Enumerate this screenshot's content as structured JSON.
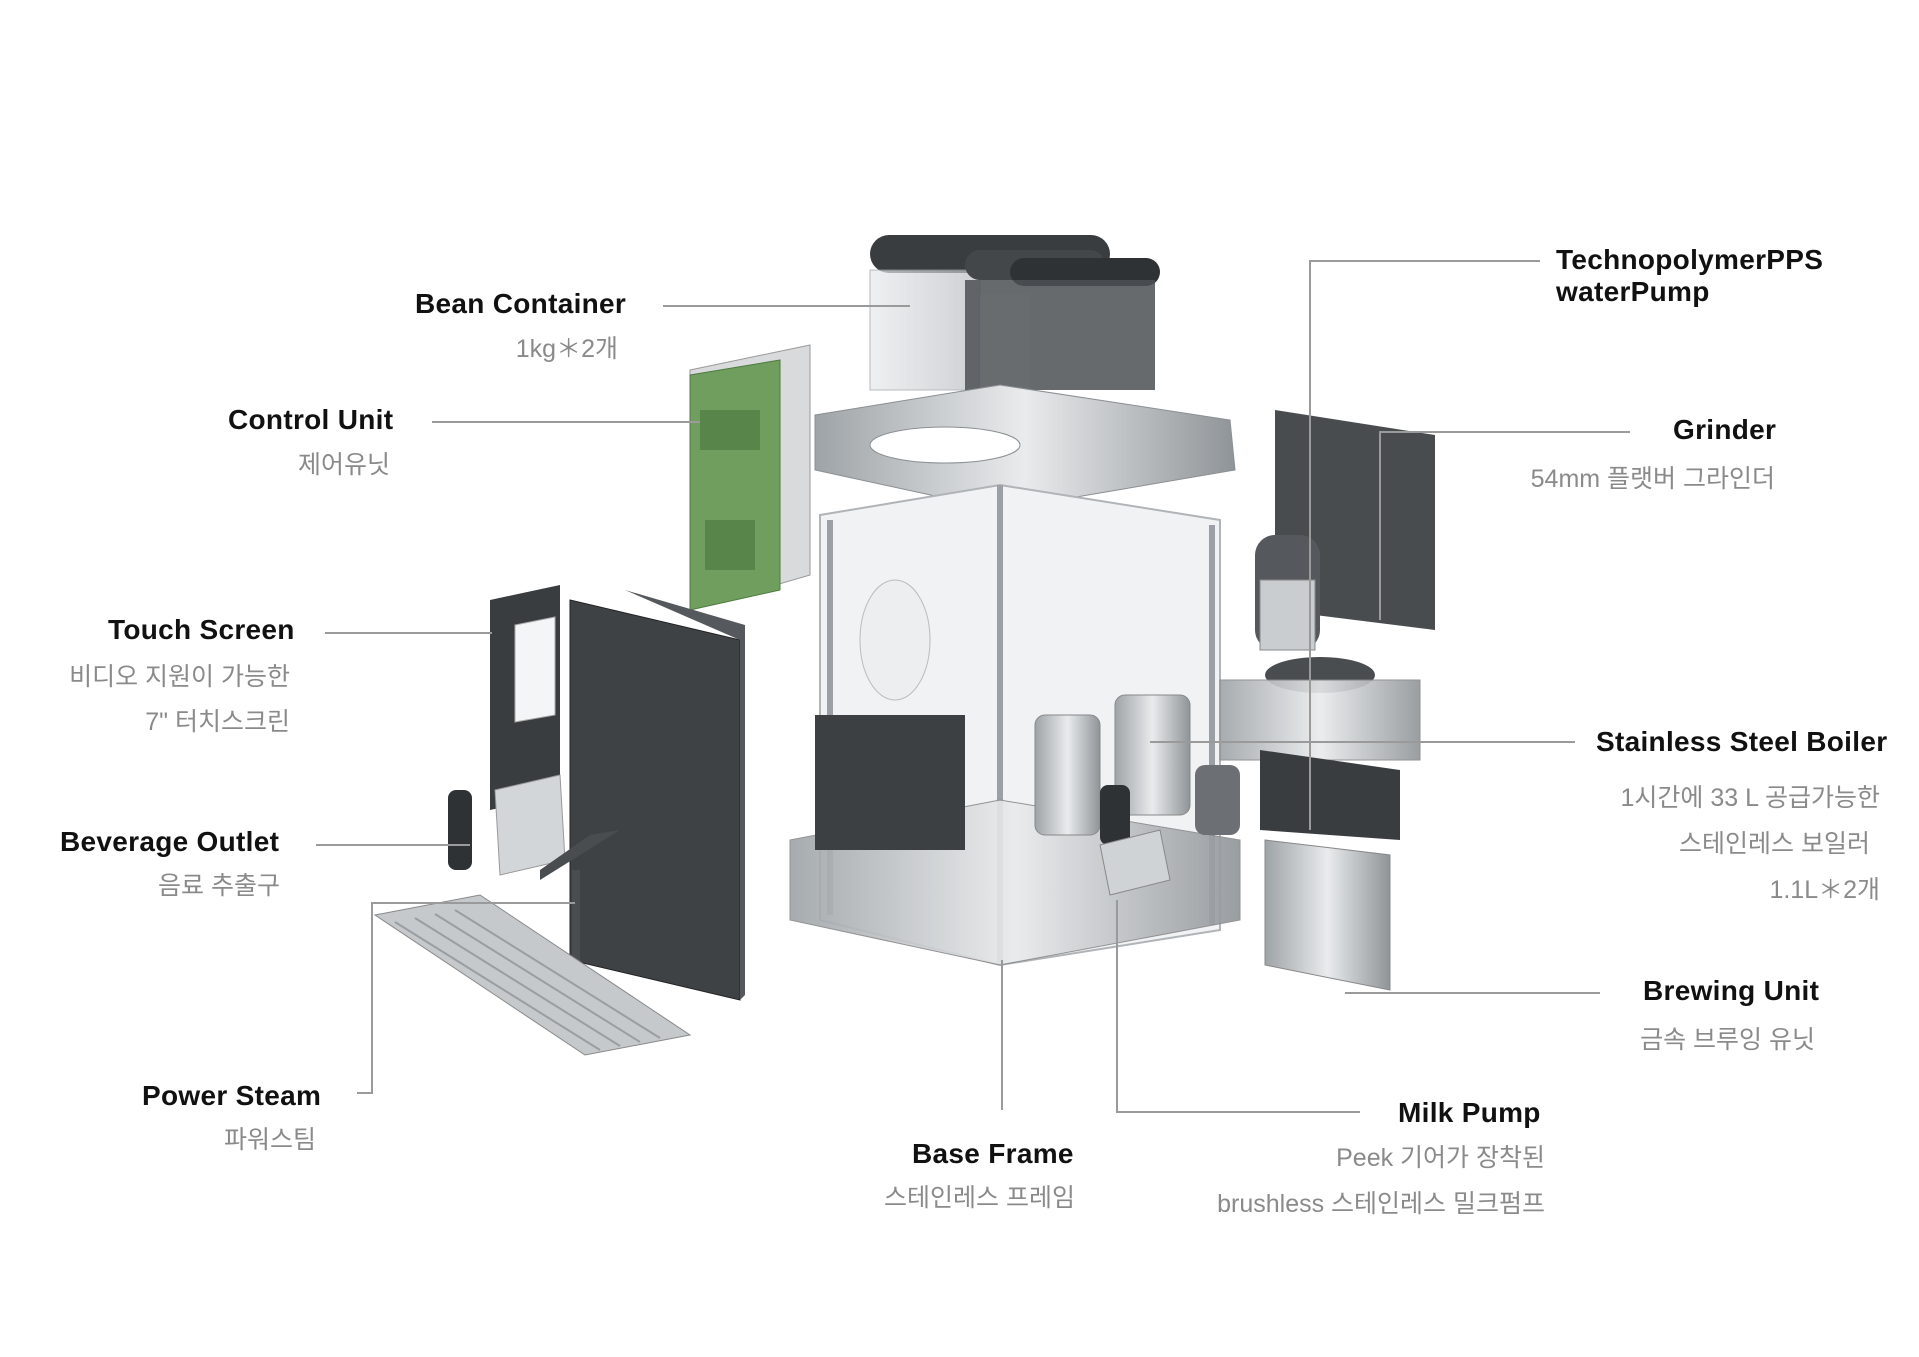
{
  "labels": {
    "bean_container": {
      "title": "Bean Container",
      "sub": [
        "1kg＊2개"
      ]
    },
    "control_unit": {
      "title": "Control Unit",
      "sub": [
        "제어유닛"
      ]
    },
    "touch_screen": {
      "title": "Touch Screen",
      "sub": [
        "비디오 지원이 가능한",
        "7\" 터치스크린"
      ]
    },
    "beverage_outlet": {
      "title": "Beverage Outlet",
      "sub": [
        "음료 추출구"
      ]
    },
    "power_steam": {
      "title": "Power Steam",
      "sub": [
        "파워스팀"
      ]
    },
    "base_frame": {
      "title": "Base Frame",
      "sub": [
        "스테인레스 프레임"
      ]
    },
    "milk_pump": {
      "title": "Milk Pump",
      "sub": [
        "Peek 기어가 장착된",
        "brushless 스테인레스 밀크펌프"
      ]
    },
    "water_pump": {
      "title": [
        "TechnopolymerPPS",
        "waterPump"
      ]
    },
    "grinder": {
      "title": "Grinder",
      "sub": [
        "54mm 플랫버 그라인더"
      ]
    },
    "boiler": {
      "title": "Stainless Steel Boiler",
      "sub": [
        "1시간에 33 L  공급가능한",
        "스테인레스 보일러",
        "1.1L＊2개"
      ]
    },
    "brewing_unit": {
      "title": "Brewing Unit",
      "sub": [
        "금속 브루잉 유닛"
      ]
    }
  },
  "colors": {
    "line": "#9a9a9a",
    "frame": "#bfc2c4",
    "dark": "#3c3f42",
    "pcb": "#6f9e5e",
    "steel": "#cfd3d6"
  }
}
